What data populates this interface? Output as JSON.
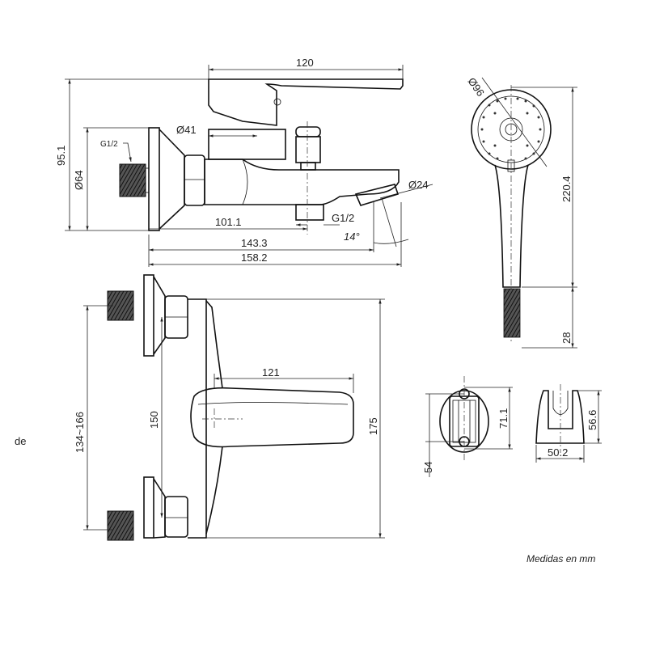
{
  "side_text": "de",
  "footer_note": "Medidas en mm",
  "top_view": {
    "handle_length": "120",
    "total_height": "95.1",
    "cartridge_diameter": "Ø41",
    "inlet_thread": "G1/2",
    "flange_diameter": "Ø64",
    "outlet_diameter": "Ø24",
    "outlet_offset": "101.1",
    "outlet_thread": "G1/2",
    "spout_angle": "14°",
    "length_spout": "143.3",
    "total_length": "158.2"
  },
  "hand_shower": {
    "head_diameter": "Ø96",
    "length": "220.4",
    "hose_connector": "28"
  },
  "front_view": {
    "handle_length": "121",
    "center_distance": "134~166",
    "center_nominal": "150",
    "body_height": "175"
  },
  "holder": {
    "hole_spacing": "54",
    "height": "71.1",
    "side_height": "56.6",
    "width": "50.2"
  }
}
